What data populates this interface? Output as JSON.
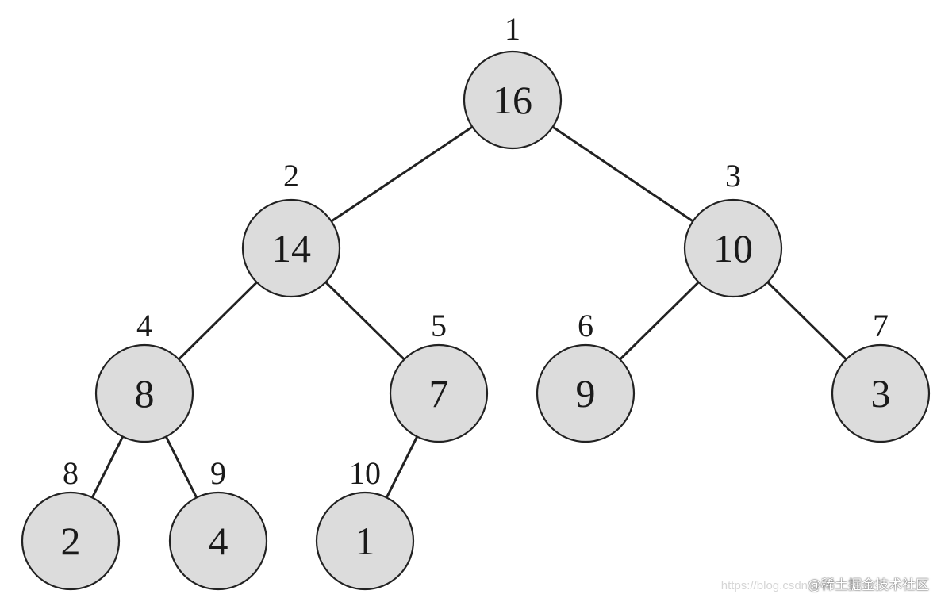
{
  "tree": {
    "nodes": [
      {
        "index": "1",
        "value": "16"
      },
      {
        "index": "2",
        "value": "14"
      },
      {
        "index": "3",
        "value": "10"
      },
      {
        "index": "4",
        "value": "8"
      },
      {
        "index": "5",
        "value": "7"
      },
      {
        "index": "6",
        "value": "9"
      },
      {
        "index": "7",
        "value": "3"
      },
      {
        "index": "8",
        "value": "2"
      },
      {
        "index": "9",
        "value": "4"
      },
      {
        "index": "10",
        "value": "1"
      }
    ],
    "colors": {
      "node_fill": "#dcdcdc",
      "stroke": "#222222",
      "text": "#1a1a1a"
    }
  },
  "watermark": {
    "url": "https://blog.csdn",
    "site": "@稀土掘金技术社区"
  }
}
